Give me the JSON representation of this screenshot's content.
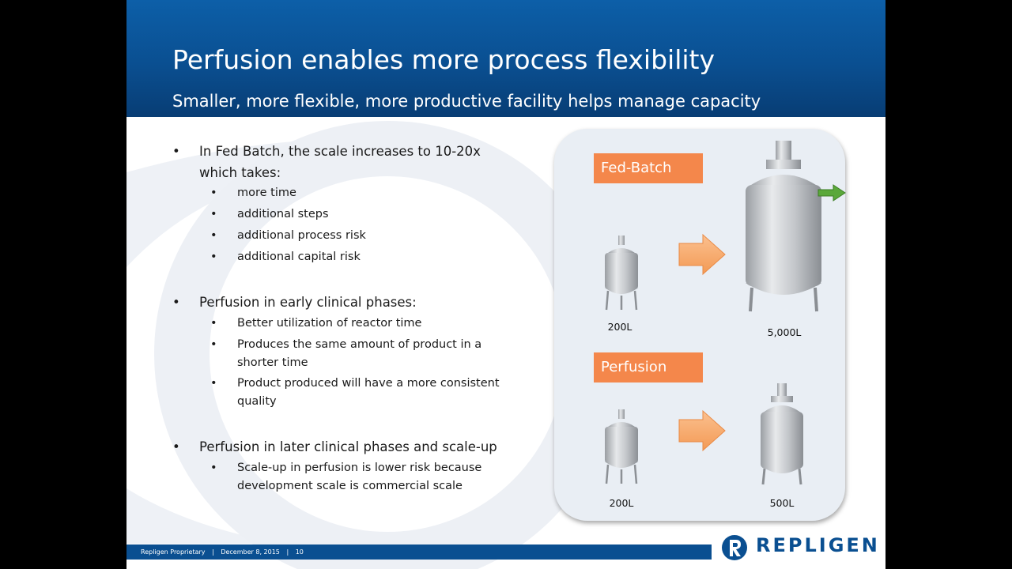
{
  "slide": {
    "title": "Perfusion enables more process flexibility",
    "subtitle": "Smaller, more flexible, more productive facility helps manage capacity",
    "bullet_symbol": "•",
    "sections": [
      {
        "line1": "In Fed Batch, the scale increases to 10-20x",
        "line2": "which takes:",
        "items": [
          "more time",
          "additional steps",
          "additional process risk",
          "additional capital risk"
        ]
      },
      {
        "line1": "Perfusion in early clinical phases:",
        "items": [
          {
            "l1": "Better utilization of reactor time"
          },
          {
            "l1": "Produces the same amount of product in a",
            "l2": "shorter time"
          },
          {
            "l1": "Product produced will have a more consistent",
            "l2": "quality"
          }
        ]
      },
      {
        "line1": "Perfusion in later clinical phases and scale-up",
        "items": [
          {
            "l1": "Scale-up in perfusion is lower risk because",
            "l2": "development scale is commercial scale"
          }
        ]
      }
    ],
    "panel": {
      "fed_batch": {
        "label": "Fed-Batch",
        "small_volume": "200L",
        "large_volume": "5,000L"
      },
      "perfusion": {
        "label": "Perfusion",
        "small_volume": "200L",
        "large_volume": "500L"
      }
    },
    "footer": {
      "company": "Repligen Proprietary",
      "separator": "|",
      "date": "December 8, 2015",
      "page": "10"
    },
    "logo": {
      "text": "REPLIGEN",
      "mark": "R"
    }
  },
  "colors": {
    "header_blue": "#0a4f91",
    "accent_orange": "#f4874b",
    "arrow_green": "#5aa83a",
    "panel_bg": "#e9eef4"
  }
}
